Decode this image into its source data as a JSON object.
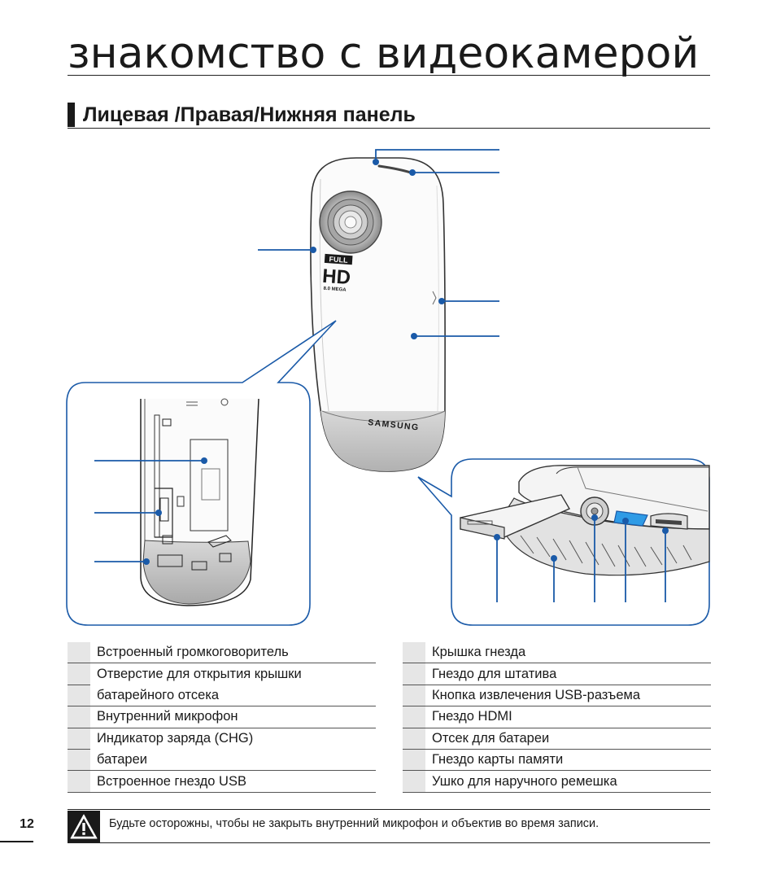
{
  "page": {
    "title": "знакомство с видеокамерой",
    "section_title": "Лицевая /Правая/Нижняя панель",
    "number": "12"
  },
  "brand": {
    "name": "SAMSUNG",
    "badge_line1": "FULL",
    "badge_line2": "HD",
    "badge_line3": "8.0 MEGA"
  },
  "legend_left": [
    {
      "text": "Встроенный громкоговоритель"
    },
    {
      "text": "Отверстие для открытия крышки"
    },
    {
      "text": "батарейного отсека"
    },
    {
      "text": "Внутренний микрофон"
    },
    {
      "text": "Индикатор заряда (CHG)"
    },
    {
      "text": "батареи"
    },
    {
      "text": "Встроенное гнездо USB"
    }
  ],
  "legend_right": [
    {
      "text": "Крышка гнезда"
    },
    {
      "text": "Гнездо для штатива"
    },
    {
      "text": "Кнопка извлечения USB-разъема"
    },
    {
      "text": "Гнездо HDMI"
    },
    {
      "text": "Отсек для батареи"
    },
    {
      "text": "Гнездо карты памяти"
    },
    {
      "text": "Ушко для наручного ремешка"
    }
  ],
  "note": {
    "icon": "warning-icon",
    "text": "Будьте осторожны, чтобы не закрыть внутренний микрофон и объектив во время записи."
  },
  "colors": {
    "callout": "#1a5aa8",
    "text": "#1a1a1a",
    "legend_number_bg": "#e6e6e6",
    "usb_button": "#2f9be6"
  }
}
